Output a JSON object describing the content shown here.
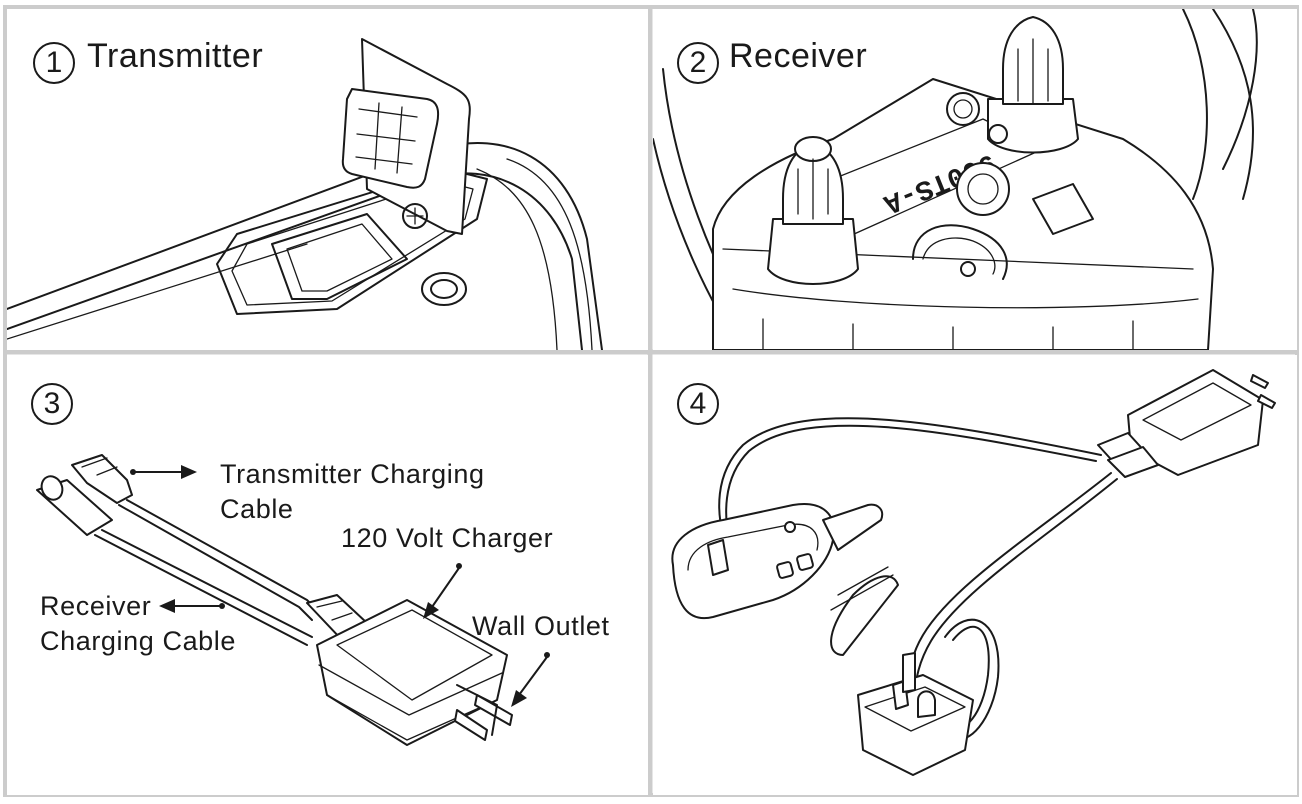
{
  "panels": [
    {
      "number": "1",
      "title": "Transmitter"
    },
    {
      "number": "2",
      "title": "Receiver",
      "engraving": "900TS-A"
    },
    {
      "number": "3",
      "title": ""
    },
    {
      "number": "4",
      "title": ""
    }
  ],
  "callouts": {
    "transmitter_cable_line1": "Transmitter Charging",
    "transmitter_cable_line2": "Cable",
    "charger": "120 Volt Charger",
    "receiver_cable_line1": "Receiver",
    "receiver_cable_line2": "Charging Cable",
    "wall_outlet": "Wall Outlet"
  },
  "colors": {
    "line": "#1a1a1a",
    "grid": "#cccccc",
    "background": "#ffffff"
  }
}
